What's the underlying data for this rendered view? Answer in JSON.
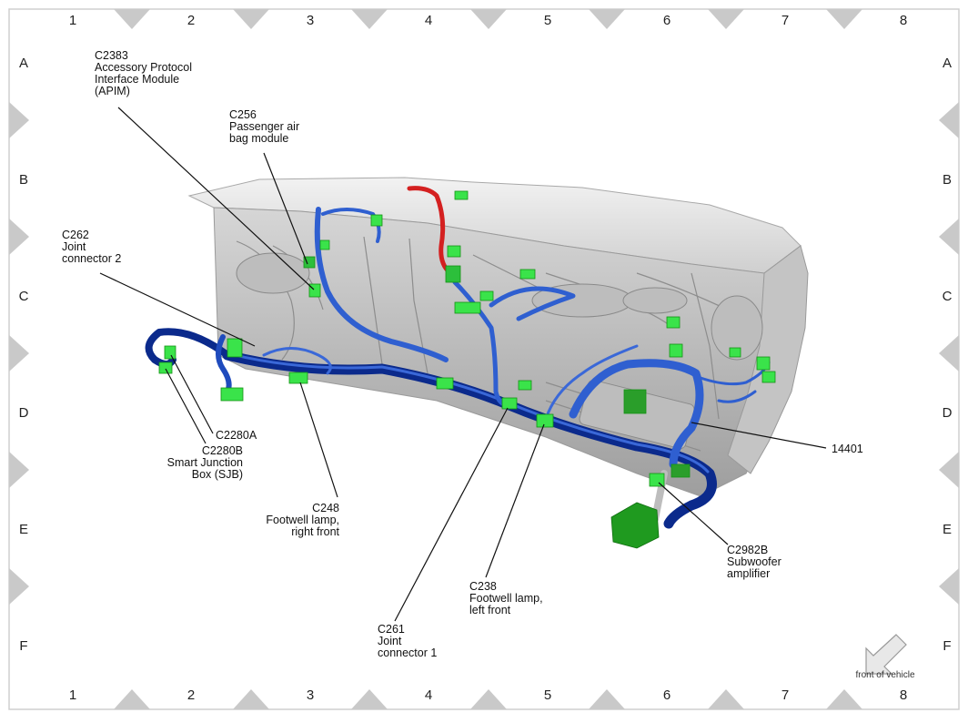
{
  "grid": {
    "columns": [
      "1",
      "2",
      "3",
      "4",
      "5",
      "6",
      "7",
      "8"
    ],
    "rows": [
      "A",
      "B",
      "C",
      "D",
      "E",
      "F"
    ]
  },
  "callouts": {
    "c2383": [
      "C2383",
      "Accessory Protocol",
      "Interface Module",
      "(APIM)"
    ],
    "c256": [
      "C256",
      "Passenger air",
      "bag module"
    ],
    "c262": [
      "C262",
      "Joint",
      "connector 2"
    ],
    "c2280a": [
      "C2280A"
    ],
    "c2280b": [
      "C2280B",
      "Smart Junction",
      "Box (SJB)"
    ],
    "c248": [
      "C248",
      "Footwell lamp,",
      "right front"
    ],
    "c261": [
      "C261",
      "Joint",
      "connector 1"
    ],
    "c238": [
      "C238",
      "Footwell lamp,",
      "left front"
    ],
    "c2982b": [
      "C2982B",
      "Subwoofer",
      "amplifier"
    ],
    "h14401": [
      "14401"
    ]
  },
  "orientation": {
    "label": "front of vehicle",
    "icon": "arrow-down-left-icon"
  },
  "colors": {
    "harness_main": "#0b2a8c",
    "harness_branch": "#2f5fd0",
    "harness_power": "#d42020",
    "connector": "#3ae34a",
    "connector_dark": "#1a8f1a",
    "panel": "#d9d9d9",
    "frame": "#c8c8c8"
  }
}
